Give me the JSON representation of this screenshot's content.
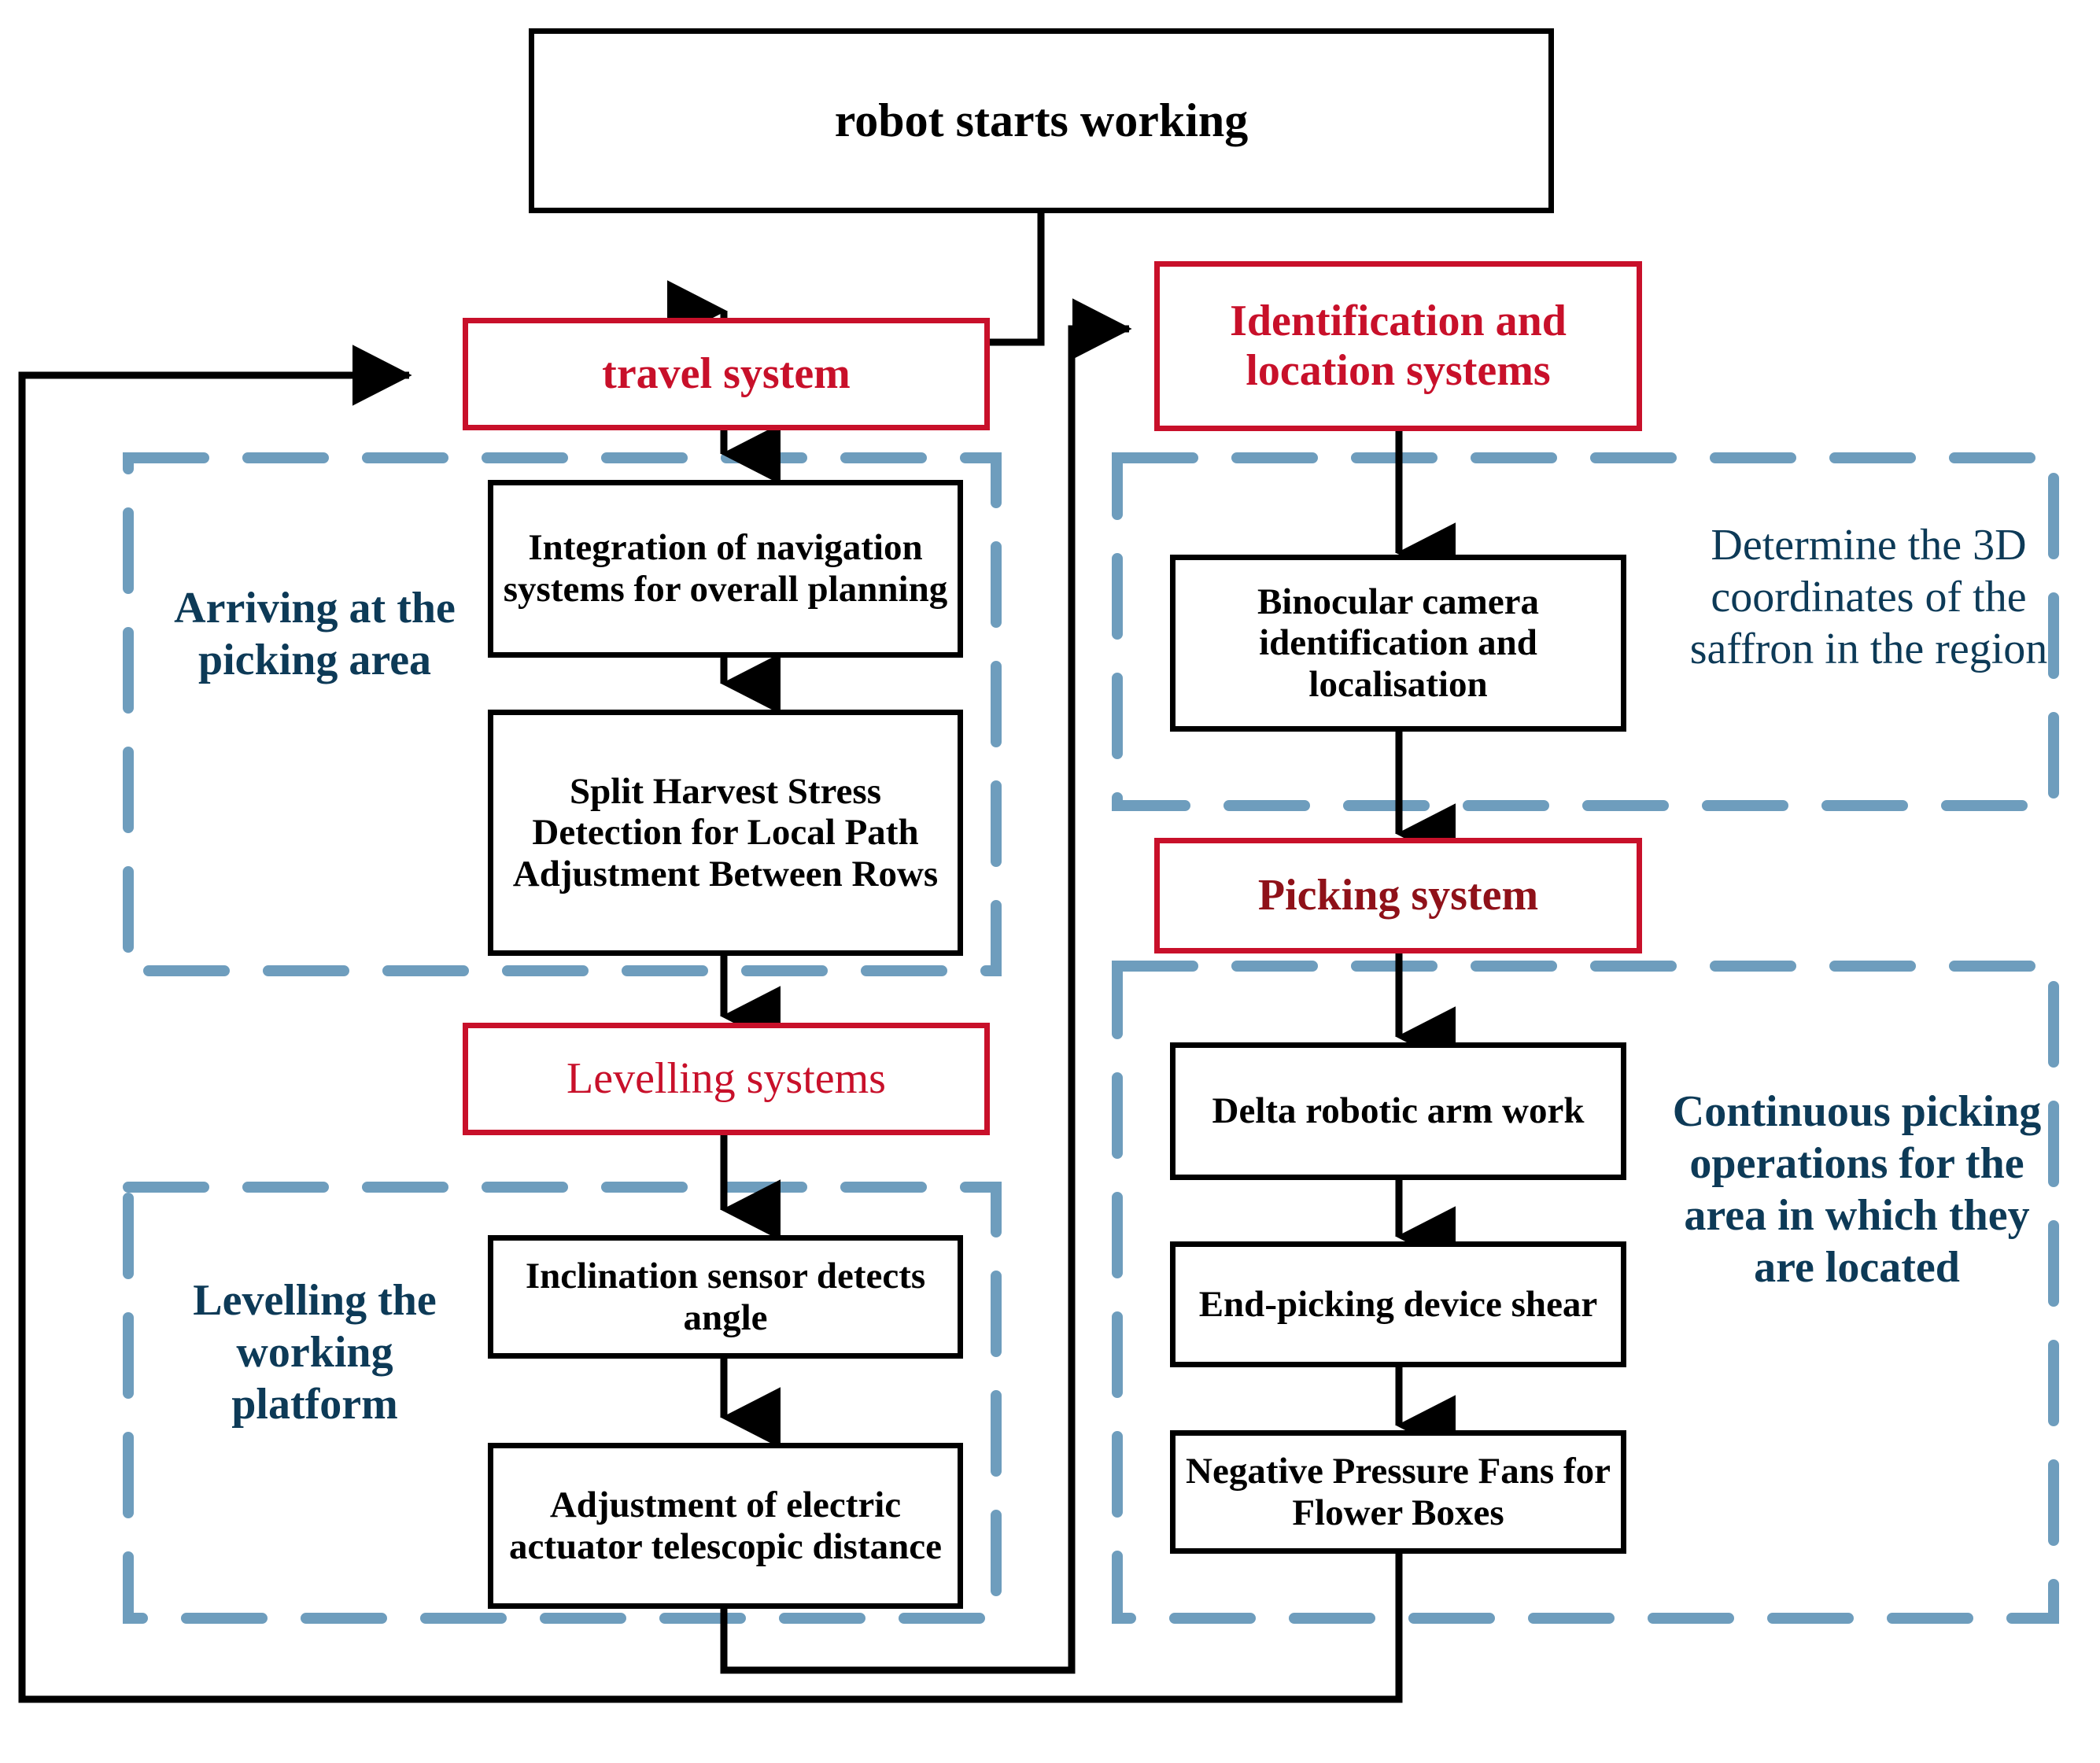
{
  "diagram": {
    "title_note": "Saffron picking robot workflow flowchart",
    "colors": {
      "red_accent": "#c8102a",
      "maroon_text": "#8f1119",
      "navy_text": "#0d3a57",
      "dashed_blue": "#6e9dbd",
      "black": "#000000",
      "background": "#ffffff"
    },
    "nodes": {
      "start": "robot starts working",
      "travel_system": "travel system",
      "navigation_integration": "Integration of navigation systems for overall planning",
      "split_harvest": "Split Harvest Stress Detection for Local Path Adjustment Between Rows",
      "levelling_systems": "Levelling systems",
      "inclination_sensor": "Inclination sensor detects angle",
      "actuator_adjust": "Adjustment of electric actuator telescopic distance",
      "identification_location": "Identification and location systems",
      "binocular_camera": "Binocular camera identification and localisation",
      "picking_system": "Picking system",
      "delta_arm": "Delta robotic arm work",
      "end_picking_shear": "End-picking device shear",
      "negative_pressure_fans": "Negative Pressure Fans for Flower Boxes"
    },
    "group_labels": {
      "arriving_picking_area": "Arriving at the picking area",
      "levelling_working_platform": "Levelling the working platform",
      "determine_3d_coordinates": "Determine the 3D coordinates of the saffron in the region",
      "continuous_picking": "Continuous picking operations for the area in which they are located"
    }
  }
}
